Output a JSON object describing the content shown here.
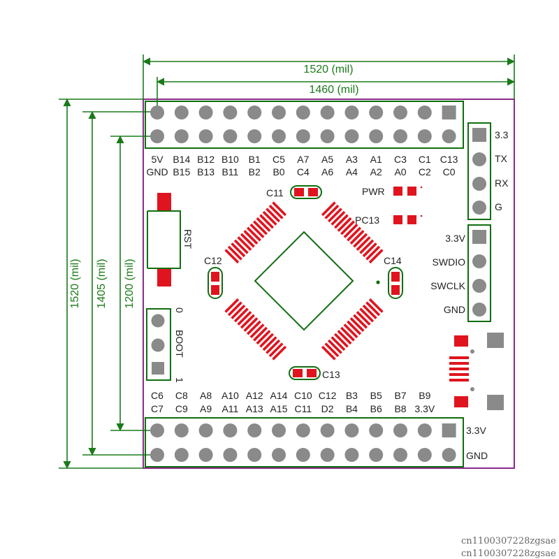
{
  "dimensions": {
    "top_outer": "1520 (mil)",
    "top_inner": "1460 (mil)",
    "left_outer": "1520 (mil)",
    "left_mid": "1405 (mil)",
    "left_inner": "1200 (mil)"
  },
  "top_header": {
    "row1_labels": [
      "5V",
      "B14",
      "B12",
      "B10",
      "B1",
      "C5",
      "A7",
      "A5",
      "A3",
      "A1",
      "C3",
      "C1",
      "C13"
    ],
    "row2_labels": [
      "GND",
      "B15",
      "B13",
      "B11",
      "B2",
      "B0",
      "C4",
      "A6",
      "A4",
      "A2",
      "A0",
      "C2",
      "C0"
    ]
  },
  "bottom_header": {
    "row1_labels": [
      "C6",
      "C8",
      "A8",
      "A10",
      "A12",
      "A14",
      "C10",
      "C12",
      "B3",
      "B5",
      "B7",
      "B9"
    ],
    "row2_labels": [
      "C7",
      "C9",
      "A9",
      "A11",
      "A13",
      "A15",
      "C11",
      "D2",
      "B4",
      "B6",
      "B8",
      "3.3V"
    ],
    "side_labels": [
      "3.3V",
      "GND"
    ]
  },
  "uart_header": {
    "labels": [
      "3.3",
      "TX",
      "RX",
      "G"
    ]
  },
  "swd_header": {
    "labels": [
      "3.3V",
      "SWDIO",
      "SWCLK",
      "GND"
    ]
  },
  "boot_header": {
    "title": "BOOT",
    "top_label": "0",
    "bottom_label": "1"
  },
  "components": {
    "rst": "RST",
    "c11": "C11",
    "c12": "C12",
    "c13": "C13",
    "c14": "C14",
    "pwr": "PWR",
    "pc13": "PC13"
  },
  "watermark": [
    "cn1100307228zgsae",
    "cn1100307228zgsae"
  ],
  "colors": {
    "dimension": "#1a7a1a",
    "board_outline": "#8b2a8b",
    "silkscreen": "#0f6e0f",
    "pad_red": "#e0141e",
    "pin_gray": "#8a8a8a"
  }
}
